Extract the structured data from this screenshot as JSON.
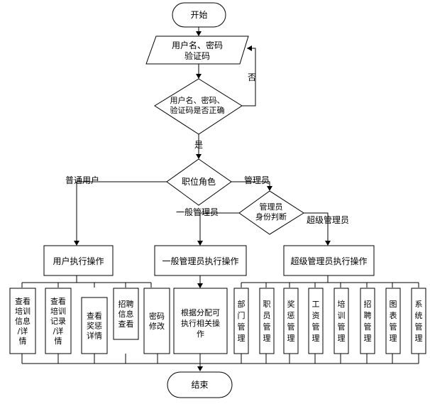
{
  "start": "开始",
  "end": "结束",
  "input": [
    "用户名、密码",
    "验证码"
  ],
  "verify": [
    "用户名、密码、",
    "验证码是否正确"
  ],
  "no_label": "否",
  "yes_label": "是",
  "role": "职位角色",
  "role_user_label": "普通用户",
  "role_admin_label": "管理员",
  "admin_check": [
    "管理员",
    "身份判断"
  ],
  "normal_admin_label": "一般管理员",
  "super_admin_label": "超级管理员",
  "user_exec": "用户执行操作",
  "normal_admin_exec": "一般管理员执行操作",
  "super_admin_exec": "超级管理员执行操作",
  "user_ops": [
    [
      "查看",
      "培训",
      "信息",
      "/详",
      "情"
    ],
    [
      "查看",
      "培训",
      "记录",
      "/详",
      "情"
    ],
    [
      "查看",
      "奖惩",
      "详情"
    ],
    [
      "招聘",
      "信息",
      "查看"
    ],
    [
      "密码",
      "修改"
    ]
  ],
  "normal_admin_op": [
    "根据分配可",
    "执行相关操",
    "作"
  ],
  "super_ops": [
    [
      "部",
      "门",
      "管",
      "理"
    ],
    [
      "职",
      "员",
      "管",
      "理"
    ],
    [
      "奖",
      "惩",
      "管",
      "理"
    ],
    [
      "工",
      "资",
      "管",
      "理"
    ],
    [
      "培",
      "训",
      "管",
      "理"
    ],
    [
      "招",
      "聘",
      "管",
      "理"
    ],
    [
      "图",
      "表",
      "管",
      "理"
    ],
    [
      "系",
      "统",
      "管",
      "理"
    ]
  ]
}
